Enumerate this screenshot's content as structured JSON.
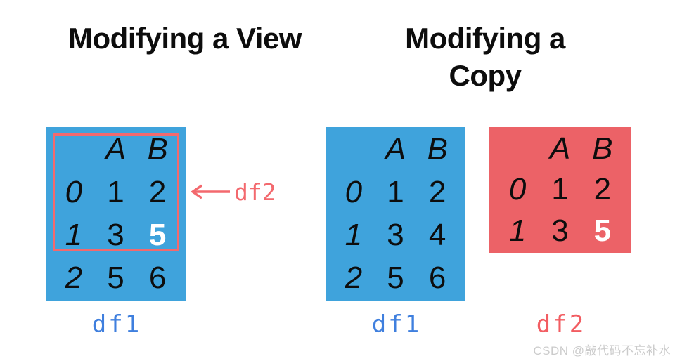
{
  "titles": {
    "left": "Modifying a View",
    "right": "Modifying a Copy"
  },
  "tables": {
    "view_df1": {
      "label": "df1",
      "header": {
        "index": "",
        "a": "A",
        "b": "B"
      },
      "rows": [
        {
          "i": "0",
          "a": "1",
          "b": "2"
        },
        {
          "i": "1",
          "a": "3",
          "b": "5"
        },
        {
          "i": "2",
          "a": "5",
          "b": "6"
        }
      ],
      "highlighted_cell": "row 1 col B = 5"
    },
    "copy_df1": {
      "label": "df1",
      "header": {
        "index": "",
        "a": "A",
        "b": "B"
      },
      "rows": [
        {
          "i": "0",
          "a": "1",
          "b": "2"
        },
        {
          "i": "1",
          "a": "3",
          "b": "4"
        },
        {
          "i": "2",
          "a": "5",
          "b": "6"
        }
      ]
    },
    "copy_df2": {
      "label": "df2",
      "header": {
        "index": "",
        "a": "A",
        "b": "B"
      },
      "rows": [
        {
          "i": "0",
          "a": "1",
          "b": "2"
        },
        {
          "i": "1",
          "a": "3",
          "b": "5"
        }
      ],
      "highlighted_cell": "row 1 col B = 5"
    }
  },
  "annotation": {
    "arrow": "←",
    "label": "df2"
  },
  "watermark": "CSDN @敲代码不忘补水",
  "colors": {
    "table_blue": "#3FA3DC",
    "table_red": "#EC6267",
    "accent_red": "#F3696E",
    "label_blue": "#3F7FDE",
    "label_red": "#F25D62",
    "highlight_text": "#FFFFFF",
    "text": "#0D0D0D",
    "watermark_gray": "#CBCBCB",
    "background": "#FFFFFF"
  }
}
